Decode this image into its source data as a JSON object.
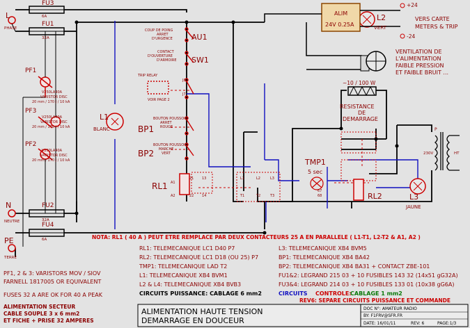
{
  "colors": {
    "background": "#e3e3e3",
    "power_wire": "#000000",
    "control_wire": "#1010c0",
    "component_red": "#cc0000",
    "text_red": "#8b0000",
    "note_red": "#cc0000",
    "controle_green": "#0a7a0a",
    "psu_fill": "#f0d8a8"
  },
  "inputs": {
    "L": "L",
    "phase": "PHASE",
    "N": "N",
    "neutre": "NEUTRE",
    "PE": "PE",
    "terre": "TERRE"
  },
  "fuses": {
    "fu3": "FU3",
    "fu3_rating": "6A",
    "fu1": "FU1",
    "fu1_rating": "32A",
    "fu2": "FU2",
    "fu2_rating": "32A",
    "fu4": "FU4",
    "fu4_rating": "6A"
  },
  "varistors": {
    "pf1": "PF1",
    "pf1_l1": "V250LA40A",
    "pf1_l2": "VARISTOR DISC",
    "pf1_l3": "20 mm / 170 J / 10 kA",
    "pf3": "PF3",
    "pf3_l1": "V250LA40A",
    "pf3_l2": "VARISTOR DISC",
    "pf3_l3": "20 mm / 170 J / 10 kA",
    "pf2": "PF2",
    "pf2_l1": "V250LA40A",
    "pf2_l2": "VARISTOR DISC",
    "pf2_l3": "20 mm / 170 J / 10 kA"
  },
  "lamps": {
    "l1": "L1",
    "l1_color": "BLANC",
    "l2": "L2",
    "l2_color": "VERT",
    "l3": "L3",
    "l3_color": "JAUNE"
  },
  "switches": {
    "au1": "AU1",
    "au1_l1": "COUP DE POING",
    "au1_l2": "ARRET",
    "au1_l3": "D'URGENCE",
    "sw1": "SW1",
    "sw1_l1": "CONTACT",
    "sw1_l2": "D'OUVERTURE",
    "sw1_l3": "D'ARMOIRE",
    "trip": "TRIP RELAY",
    "trip_page": "VOIR PAGE 2",
    "bp1": "BP1",
    "bp1_l1": "BOUTON POUSSOIR",
    "bp1_l2": "ARRET",
    "bp1_l3": "ROUGE",
    "bp2": "BP2",
    "bp2_l1": "BOUTON POUSSOIR",
    "bp2_l2": "MARCHE",
    "bp2_l3": "VERT"
  },
  "relays": {
    "rl1": "RL1",
    "rl2": "RL2",
    "tmp1": "TMP1",
    "tmp1_time": "5 sec"
  },
  "alim": {
    "name": "ALIM",
    "spec": "24V  0.25A",
    "plus": "+24",
    "minus": "-24",
    "dest1": "VERS CARTE",
    "dest2": "METERS & TRIP"
  },
  "fan": {
    "l1": "VENTILATION DE",
    "l2": "L'ALIMENTATION",
    "l3": "FAIBLE PRESSION",
    "l4": "ET FAIBLE BRUIT ..."
  },
  "resistor": {
    "power": "~10 / 100 W",
    "l1": "RESISTANCE",
    "l2": "DE",
    "l3": "DEMARRAGE"
  },
  "transformer": {
    "primary": "P",
    "voltage": "230V",
    "ht": "HT"
  },
  "note": "NOTA: RL1 ( 40 A ) PEUT ETRE REMPLACE PAR DEUX CONTACTEURS 25 A EN PARALLELE ( L1-T1, L2-T2 & A1, A2 )",
  "bom_left": [
    "RL1: TELEMECANIQUE LC1 D40 P7",
    "RL2: TELEMECANIQUE LC1 D18 (OU 25) P7",
    "TMP1: TELEMECANIQUE LAD T2",
    "L1: TELEMECANIQUE XB4 BVM1",
    "L2 & L4: TELEMECANIQUE XB4 BVB3"
  ],
  "bom_right": [
    "L3: TELEMECANIQUE XB4 BVM5",
    "BP1: TELEMECANIQUE XB4 BA42",
    "BP2: TELEMECANIQUE XB4 BA31 + CONTACT ZBE-101",
    "FU1&2: LEGRAND 215 03 + 10 FUSIBLES 143 32 (14x51 gG32A)",
    "FU3&4: LEGRAND 214 03 + 10 FUSIBLES 133 01 (10x38 gG6A)"
  ],
  "circuits": {
    "puissance": "CIRCUITS PUISSANCE: CABLAGE 6 mm2",
    "circuits_label": "CIRCUITS",
    "controle": "CONTROLE:",
    "cablage": "CABLAGE 1 mm2"
  },
  "rev_note": "REV6: SEPARE CIRCUITS PUISSANCE ET COMMANDE",
  "side_notes": [
    "PF1, 2 & 3:  VARISTORS MOV / SIOV",
    "FARNELL 1817005 OR EQUIVALENT",
    "FUSES 32 A ARE OK FOR 40 A PEAK",
    "ALIMENTATION SECTEUR",
    "CABLE SOUPLE 3 x 6 mm2",
    "ET FICHE + PRISE 32 AMPERES"
  ],
  "title": {
    "line1": "ALIMENTATION HAUTE TENSION",
    "line2": "DEMARRAGE EN DOUCEUR"
  },
  "docinfo": {
    "doc": "DOC N°: AMATEUR RADIO",
    "by": "BY:  F1FRV@SFR.FR",
    "date": "DATE: 16/01/11",
    "rev": "REV:  6",
    "page": "PAGE:1/3"
  },
  "contacts": {
    "l1": "L1",
    "l2": "L2",
    "l3": "L3",
    "t1": "T1",
    "t2": "T2",
    "t3": "T3",
    "a1": "A1",
    "a2": "A2",
    "c13": "13",
    "c14": "14",
    "c21": "21",
    "c22": "22",
    "c67": "67",
    "c68": "68",
    "j7": "J7",
    "j8": "J8"
  }
}
